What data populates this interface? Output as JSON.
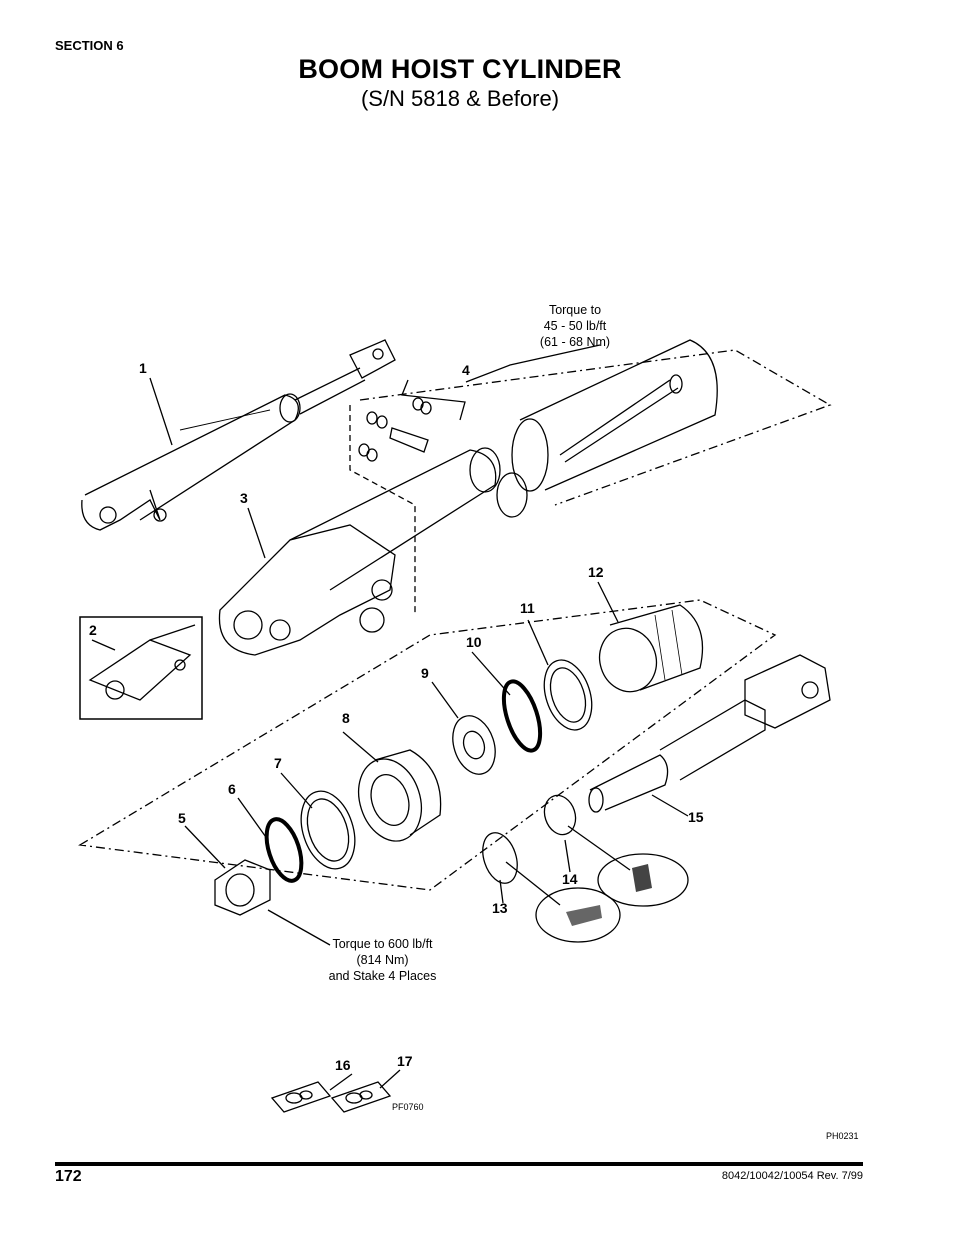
{
  "header": {
    "section": "SECTION 6",
    "title": "BOOM HOIST CYLINDER",
    "subtitle": "(S/N 5818 & Before)"
  },
  "callouts": {
    "c1": "1",
    "c2": "2",
    "c3": "3",
    "c4": "4",
    "c5": "5",
    "c6": "6",
    "c7": "7",
    "c8": "8",
    "c9": "9",
    "c10": "10",
    "c11": "11",
    "c12": "12",
    "c13": "13",
    "c14": "14",
    "c15": "15",
    "c16": "16",
    "c17": "17"
  },
  "notes": {
    "torque_top": [
      "Torque to",
      "45 - 50 lb/ft",
      "(61 - 68 Nm)"
    ],
    "torque_bottom": [
      "Torque to 600 lb/ft",
      "(814 Nm)",
      "and Stake 4 Places"
    ]
  },
  "figure_codes": {
    "kit": "PF0760",
    "main": "PH0231"
  },
  "footer": {
    "page_number": "172",
    "doc_rev": "8042/10042/10054 Rev. 7/99"
  }
}
